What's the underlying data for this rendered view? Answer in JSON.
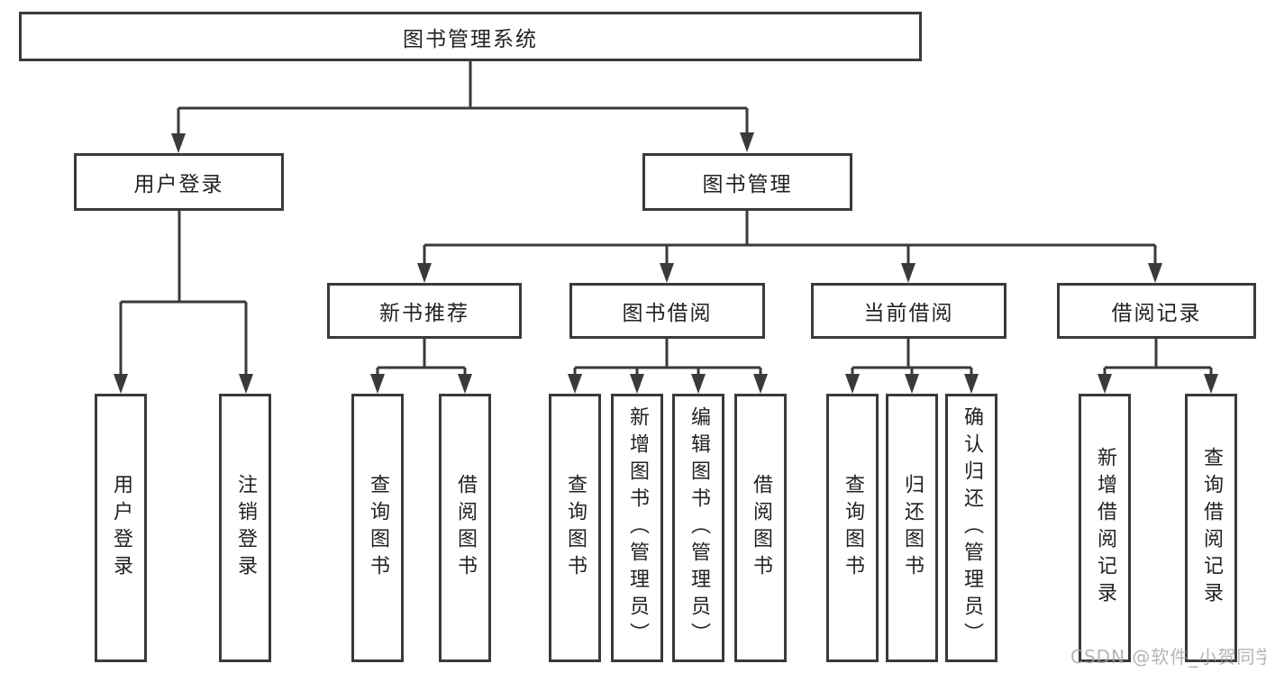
{
  "tree": {
    "root": {
      "label": "图书管理系统"
    },
    "level2": [
      {
        "label": "用户登录",
        "parent": "图书管理系统"
      },
      {
        "label": "图书管理",
        "parent": "图书管理系统"
      }
    ],
    "level3": [
      {
        "label": "新书推荐",
        "parent": "图书管理"
      },
      {
        "label": "图书借阅",
        "parent": "图书管理"
      },
      {
        "label": "当前借阅",
        "parent": "图书管理"
      },
      {
        "label": "借阅记录",
        "parent": "图书管理"
      }
    ],
    "level4": [
      {
        "label": "用户登录",
        "parent": "用户登录"
      },
      {
        "label": "注销登录",
        "parent": "用户登录"
      },
      {
        "label": "查询图书",
        "parent": "新书推荐"
      },
      {
        "label": "借阅图书",
        "parent": "新书推荐"
      },
      {
        "label": "查询图书",
        "parent": "图书借阅"
      },
      {
        "label": "新增图书（管理员）",
        "parent": "图书借阅"
      },
      {
        "label": "编辑图书（管理员）",
        "parent": "图书借阅"
      },
      {
        "label": "借阅图书",
        "parent": "图书借阅"
      },
      {
        "label": "查询图书",
        "parent": "当前借阅"
      },
      {
        "label": "归还图书",
        "parent": "当前借阅"
      },
      {
        "label": "确认归还（管理员）",
        "parent": "当前借阅"
      },
      {
        "label": "新增借阅记录",
        "parent": "借阅记录"
      },
      {
        "label": "查询借阅记录",
        "parent": "借阅记录"
      }
    ]
  },
  "watermark": "CSDN @软件_小贺同学",
  "colors": {
    "line": "#3a3a3a",
    "text": "#222222",
    "box_background": "#ffffff",
    "watermark": "#a3a3a3",
    "background": "#ffffff"
  }
}
